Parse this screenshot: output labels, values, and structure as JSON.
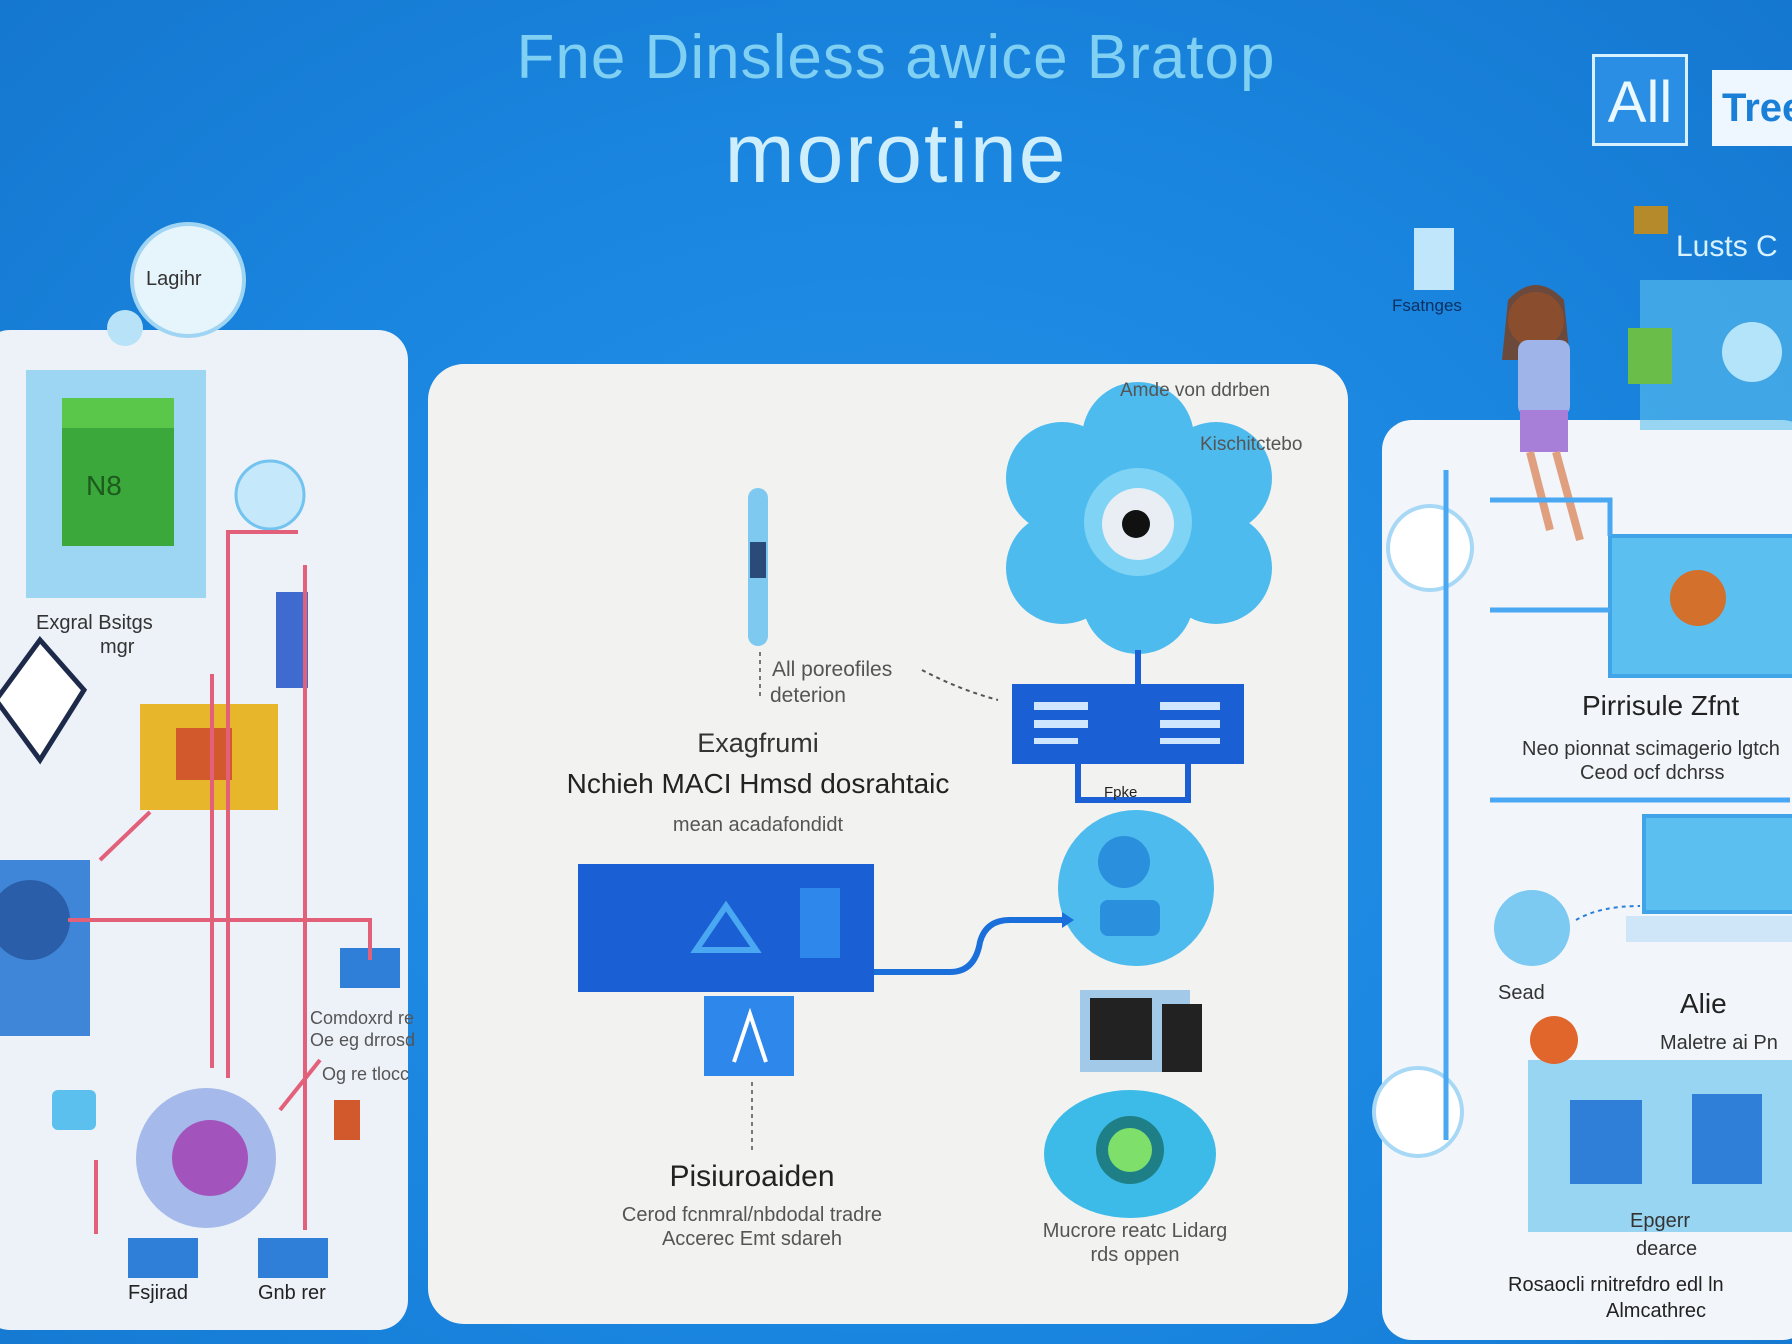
{
  "header": {
    "title_line1": "Fne Dinsless awice Bratop",
    "title_line2": "morotine",
    "btn_all": "All",
    "btn_tree": "Tree"
  },
  "top_right": {
    "label": "Lusts C",
    "feature_label": "Fsatnges"
  },
  "left_panel": {
    "bubble_label": "Lagihr",
    "block_label": "N8",
    "label_a": "Exgral Bsitgs",
    "label_a2": "mgr",
    "label_b": "Comdoxrd re",
    "label_b2": "Oe eg drrosd",
    "label_b3": "Og re tlocc",
    "foot_left": "Fsjirad",
    "foot_right": "Gnb rer"
  },
  "center_panel": {
    "annotation": "All poreofiles",
    "annotation2": "deterion",
    "heading": "Exagfrumi",
    "subheading": "Nchieh MACI Hmsd dosrahtaic",
    "caption": "mean acadafondidt",
    "bottom_title": "Pisiuroaiden",
    "bottom_desc1": "Cerod fcnmral/nbdodal tradre",
    "bottom_desc2": "Accerec Emt sdareh",
    "top_right_label": "Amde von ddrben",
    "top_right_label2": "Kischitctebo",
    "box_label": "Fpke",
    "right_bottom_label": "Mucrore reatc Lidarg",
    "right_bottom_label2": "rds oppen"
  },
  "right_panel": {
    "title": "Pirrisule Zfnt",
    "desc1": "Neo pionnat scimagerio lgtch",
    "desc2": "Ceod ocf dchrss",
    "label_s": "Sead",
    "label_alt": "Alie",
    "label_m": "Maletre ai Pn",
    "label_e": "Epgerr",
    "label_e2": "dearce",
    "foot1": "Rosaocli rnitrefdro edl ln",
    "foot2": "Almcathrec"
  },
  "colors": {
    "background": "#1a86e0",
    "panel": "#f2f2f1",
    "accent_blue": "#1666d8",
    "light_blue": "#5bc0ee",
    "yellow": "#e8b62a",
    "green": "#3aa83a",
    "pink_line": "#e2607a"
  }
}
